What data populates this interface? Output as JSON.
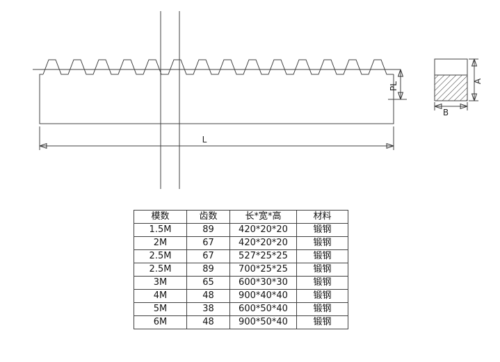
{
  "drawing": {
    "dimension_labels": {
      "length": "L",
      "pitch_line": "PL",
      "section_height": "A",
      "section_width": "B"
    }
  },
  "table": {
    "headers": [
      "模数",
      "齿数",
      "长*宽*高",
      "材料"
    ],
    "rows": [
      [
        "1.5M",
        "89",
        "420*20*20",
        "锻钢"
      ],
      [
        "2M",
        "67",
        "420*20*20",
        "锻钢"
      ],
      [
        "2.5M",
        "67",
        "527*25*25",
        "锻钢"
      ],
      [
        "2.5M",
        "89",
        "700*25*25",
        "锻钢"
      ],
      [
        "3M",
        "65",
        "600*30*30",
        "锻钢"
      ],
      [
        "4M",
        "48",
        "900*40*40",
        "锻钢"
      ],
      [
        "5M",
        "38",
        "600*50*40",
        "锻钢"
      ],
      [
        "6M",
        "48",
        "900*50*40",
        "锻钢"
      ]
    ]
  }
}
